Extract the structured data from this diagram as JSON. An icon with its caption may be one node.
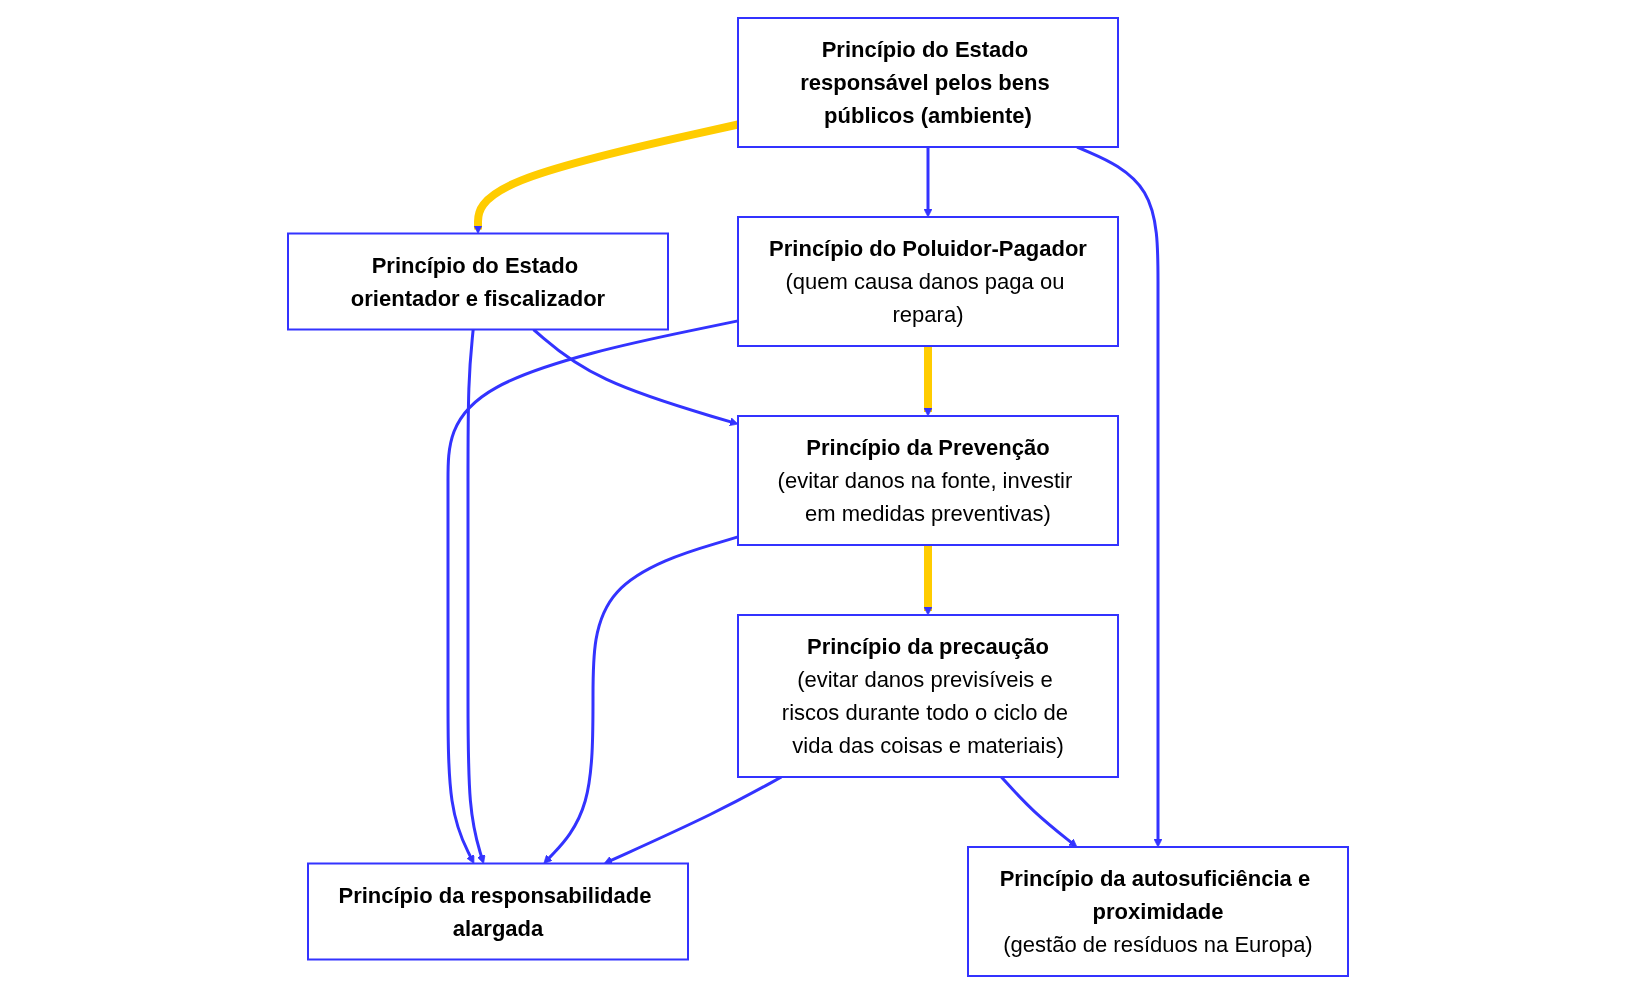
{
  "diagram": {
    "nodes": [
      {
        "text": [
          "Princípio do Estado responsável pelos bens públicos (ambiente)"
        ]
      },
      {
        "text": [
          "Princípio do Estado orientador e fiscalizador"
        ]
      },
      {
        "text": [
          "Princípio do Poluidor-Pagador",
          "(quem causa danos paga ou repara)"
        ]
      },
      {
        "text": [
          "Princípio da Prevenção",
          "(evitar danos na fonte, investir em medidas preventivas)"
        ]
      },
      {
        "text": [
          "Princípio da responsabilidade alargada"
        ]
      },
      {
        "text": [
          "Princípio da precaução",
          "(evitar danos previsíveis e riscos durante todo o ciclo de vida das coisas e materiais)"
        ]
      },
      {
        "text": [
          "Princípio da autosuficiência e proximidade",
          "(gestão de resíduos na Europa)"
        ]
      }
    ],
    "edges": [
      {
        "from": 0,
        "to": 1,
        "arrow": "to",
        "style": "thick",
        "color": "#ffcc00"
      },
      {
        "from": 0,
        "to": 2,
        "arrow": "to"
      },
      {
        "from": 1,
        "to": 3,
        "arrow": "to"
      },
      {
        "from": 2,
        "to": 3,
        "arrow": "to",
        "style": "thick",
        "color": "#ffcc00"
      },
      {
        "from": 2,
        "to": 4,
        "arrow": "to"
      },
      {
        "from": 1,
        "to": 4,
        "arrow": "to"
      },
      {
        "from": 3,
        "to": 4,
        "arrow": "to"
      },
      {
        "from": 3,
        "to": 5,
        "arrow": "to",
        "style": "thick",
        "color": "#ffcc00"
      },
      {
        "from": 5,
        "to": 4,
        "arrow": "to"
      },
      {
        "from": 5,
        "to": 6,
        "arrow": "to"
      },
      {
        "from": 0,
        "to": 6,
        "arrow": "to"
      }
    ]
  }
}
